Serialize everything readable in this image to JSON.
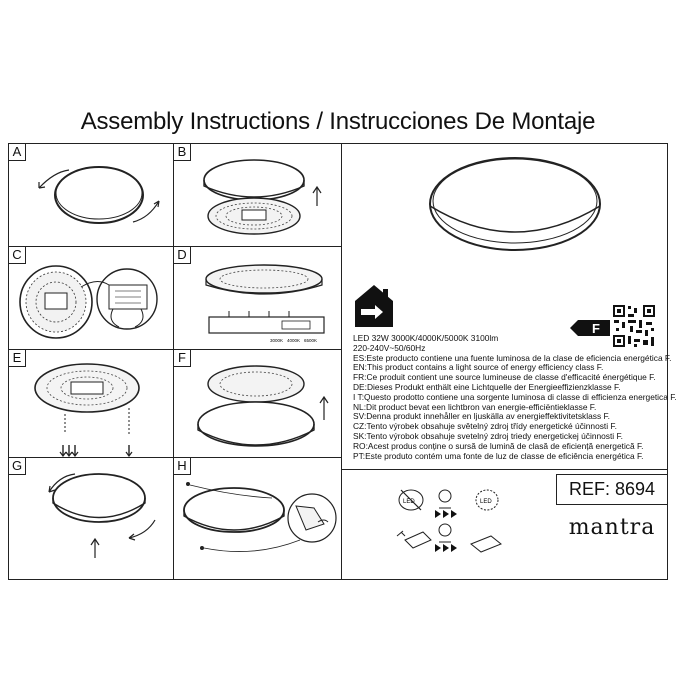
{
  "title": "Assembly Instructions / Instrucciones De Montaje",
  "panels": [
    {
      "label": "A"
    },
    {
      "label": "B"
    },
    {
      "label": "C"
    },
    {
      "label": "D"
    },
    {
      "label": "E"
    },
    {
      "label": "F"
    },
    {
      "label": "G"
    },
    {
      "label": "H"
    }
  ],
  "driver_temps": {
    "t1": "3000K",
    "t2": "4000K",
    "t3": "6500K"
  },
  "energy_class": "F",
  "spec": {
    "power": "LED 32W 3000K/4000K/5000K 3100lm",
    "voltage": "220-240V~50/60Hz",
    "lines": [
      "ES:Este producto contiene una fuente luminosa de la clase de eficiencia energética F.",
      "EN:This product contains a light source of energy efficiency class F.",
      "FR:Ce produit contient une source lumineuse de classe d'efficacité énergétique F.",
      "DE:Dieses Produkt enthält eine Lichtquelle der Energieeffizienzklasse F.",
      "I T:Questo prodotto contiene una sorgente luminosa di classe di efficienza energetica F.",
      "NL:Dit product bevat een lichtbron van energie-efficiëntieklasse F.",
      "SV:Denna produkt innehåller en ljuskälla av energieffektivitetsklass F.",
      "CZ:Tento výrobek obsahuje světelný zdroj třídy energetické účinnosti F.",
      "SK:Tento výrobok obsahuje svetelný zdroj triedy energetickej účinnosti F.",
      "RO:Acest produs conține o sursă de lumină de clasă de eficiență energetică F.",
      "PT:Este produto contém uma fonte de luz de classe de eficiência energética F."
    ]
  },
  "ref": "REF: 8694",
  "brand": "mantra",
  "icons": {
    "house": "house-fixed-install-icon",
    "qr": "qr-code-icon",
    "led_bulb": "led-non-replaceable-icon",
    "driver": "led-driver-icon"
  }
}
